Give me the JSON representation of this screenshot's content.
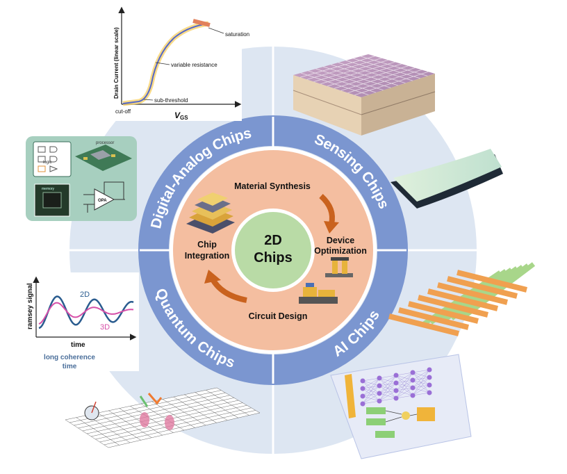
{
  "center": {
    "line1": "2D",
    "line2": "Chips"
  },
  "process": {
    "material": "Material Synthesis",
    "device_line1": "Device",
    "device_line2": "Optimization",
    "circuit": "Circuit Design",
    "integration_line1": "Chip",
    "integration_line2": "Integration"
  },
  "ring": {
    "digital_analog": "Digital-Analog Chips",
    "sensing": "Sensing Chips",
    "ai": "AI Chips",
    "quantum": "Quantum Chips"
  },
  "transistor_plot": {
    "ylabel": "Drain Current (linear scale)",
    "xlabel_main": "V",
    "xlabel_sub": "GS",
    "saturation": "saturation",
    "variable_resistance": "variable resistance",
    "sub_threshold": "sub-threshold",
    "cutoff": "cut-off"
  },
  "quantum_plot": {
    "ylabel": "ramsey signal",
    "xlabel": "time",
    "series_2d": "2D",
    "series_3d": "3D",
    "caption_line1": "long coherence",
    "caption_line2": "time"
  },
  "digital_panel": {
    "processor": "processor",
    "logic": "logic",
    "opa": "OPA",
    "memory": "memory"
  },
  "colors": {
    "outer_disc": "#dde6f2",
    "blue_ring": "#7b96d0",
    "peach": "#f4bea0",
    "green_center": "#b9dba6",
    "arrow": "#c9621e"
  }
}
